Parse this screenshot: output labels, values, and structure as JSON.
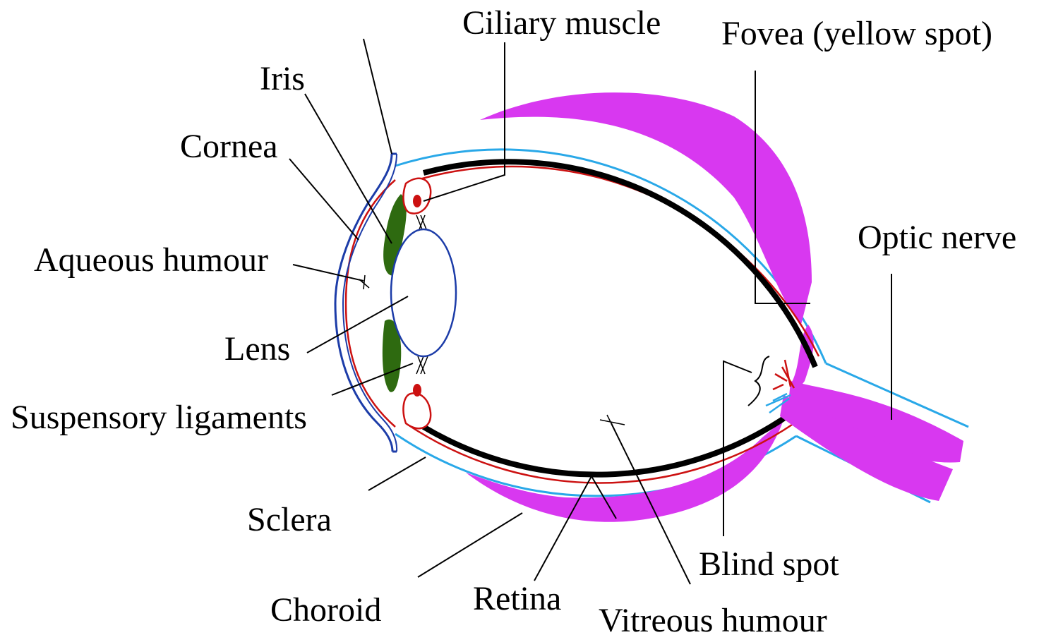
{
  "labels": {
    "ciliary_muscle": "Ciliary muscle",
    "fovea": "Fovea (yellow spot)",
    "iris": "Iris",
    "cornea": "Cornea",
    "aqueous_humour": "Aqueous humour",
    "optic_nerve": "Optic nerve",
    "lens": "Lens",
    "suspensory_ligaments": "Suspensory ligaments",
    "sclera": "Sclera",
    "blind_spot": "Blind spot",
    "choroid": "Choroid",
    "retina": "Retina",
    "vitreous_humour": "Vitreous humour"
  },
  "colors": {
    "sclera": "#29a8e8",
    "choroid": "#cc1111",
    "retina_band": "#d838f0",
    "retina_line": "#000000",
    "iris": "#2e6a10",
    "lens": "#1c3ca8",
    "cornea": "#1c3ca8",
    "ciliary_body": "#cc1111",
    "nerve_vessel_blue": "#29a8e8"
  }
}
